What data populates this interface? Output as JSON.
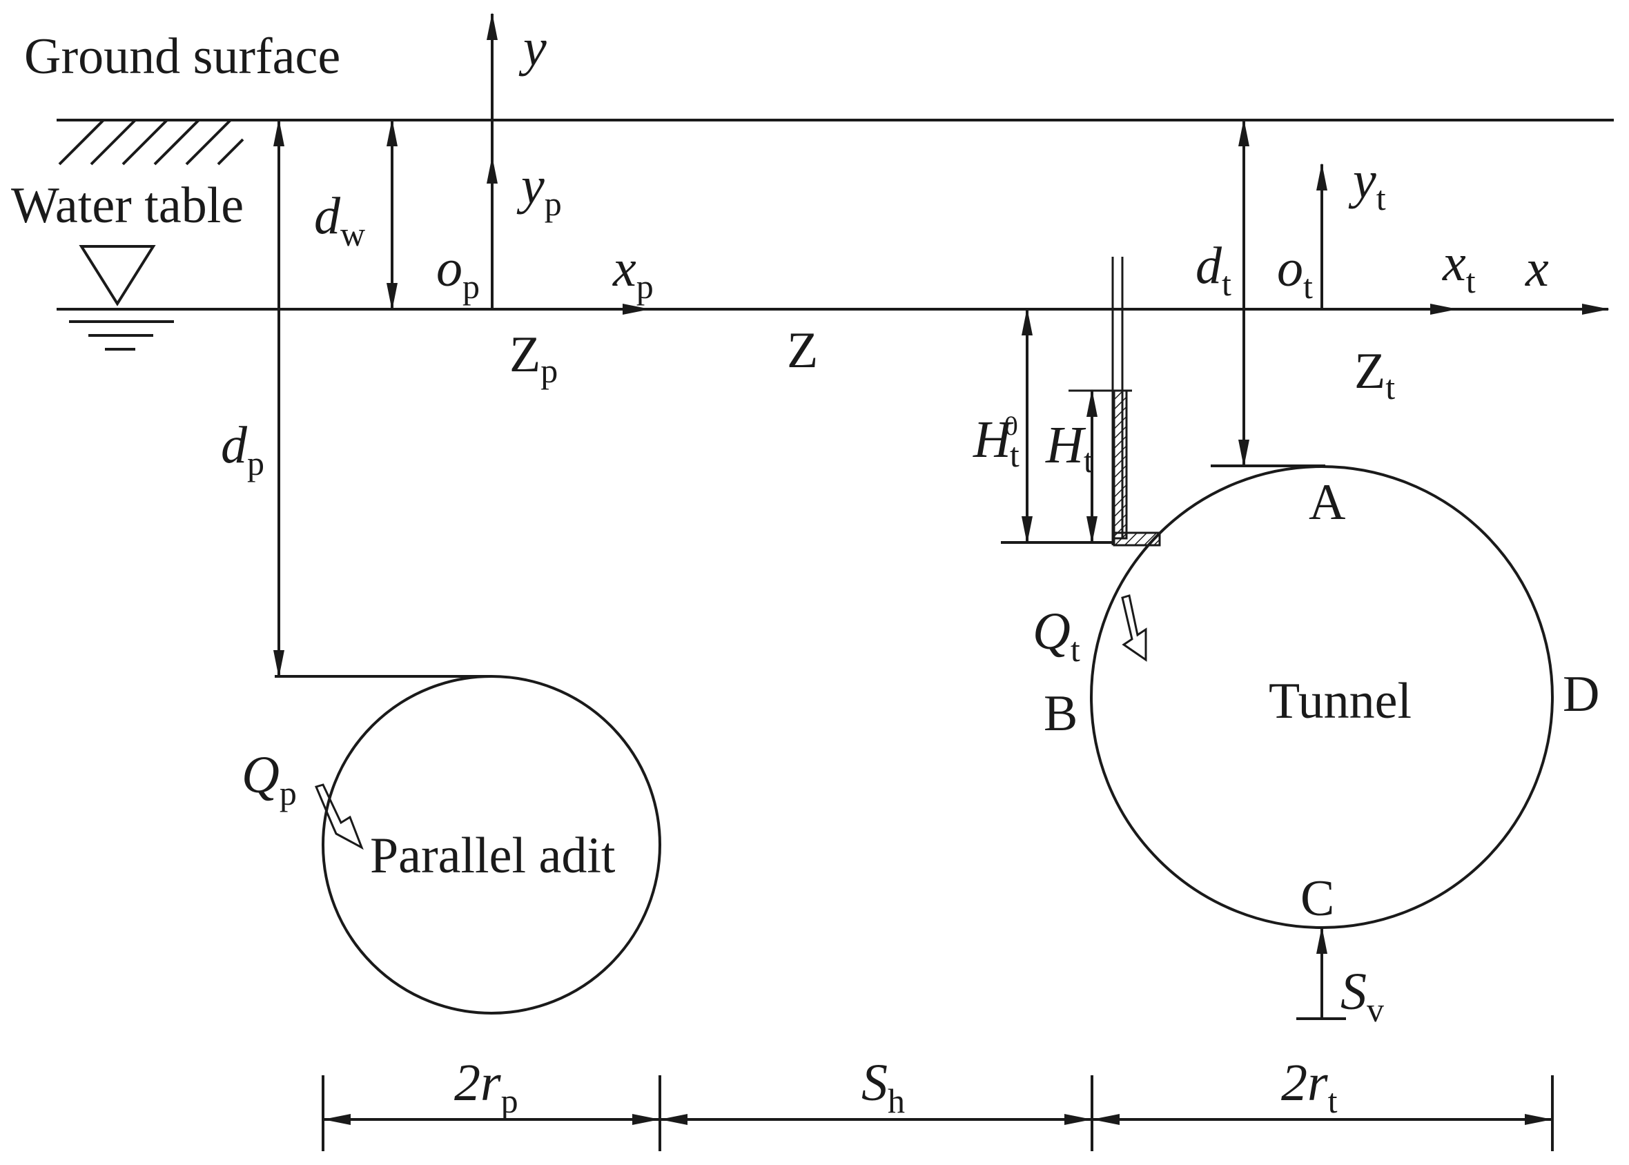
{
  "texts": {
    "ground_surface": "Ground surface",
    "water_table": "Water table",
    "parallel_adit": "Parallel adit",
    "tunnel": "Tunnel",
    "zone_p": {
      "main": "Z",
      "sub": "p"
    },
    "zone_mid": "Z",
    "zone_t": {
      "main": "Z",
      "sub": "t"
    },
    "axis_y": "y",
    "axis_x": "x",
    "axis_yp": {
      "main": "y",
      "sub": "p"
    },
    "axis_xp": {
      "main": "x",
      "sub": "p"
    },
    "origin_p": {
      "main": "o",
      "sub": "p"
    },
    "axis_yt": {
      "main": "y",
      "sub": "t"
    },
    "axis_xt": {
      "main": "x",
      "sub": "t"
    },
    "origin_t": {
      "main": "o",
      "sub": "t"
    },
    "dw": {
      "main": "d",
      "sub": "w"
    },
    "dp": {
      "main": "d",
      "sub": "p"
    },
    "dt": {
      "main": "d",
      "sub": "t"
    },
    "Ht0": {
      "main": "H",
      "sub": "t",
      "sup": "0"
    },
    "Ht": {
      "main": "H",
      "sub": "t"
    },
    "Qt": {
      "main": "Q",
      "sub": "t"
    },
    "Qp": {
      "main": "Q",
      "sub": "p"
    },
    "Sv": {
      "main": "S",
      "sub": "v"
    },
    "Sh": {
      "main": "S",
      "sub": "h"
    },
    "two_rp": {
      "pre": "2",
      "main": "r",
      "sub": "p"
    },
    "two_rt": {
      "pre": "2",
      "main": "r",
      "sub": "t"
    },
    "point_A": "A",
    "point_B": "B",
    "point_C": "C",
    "point_D": "D"
  }
}
